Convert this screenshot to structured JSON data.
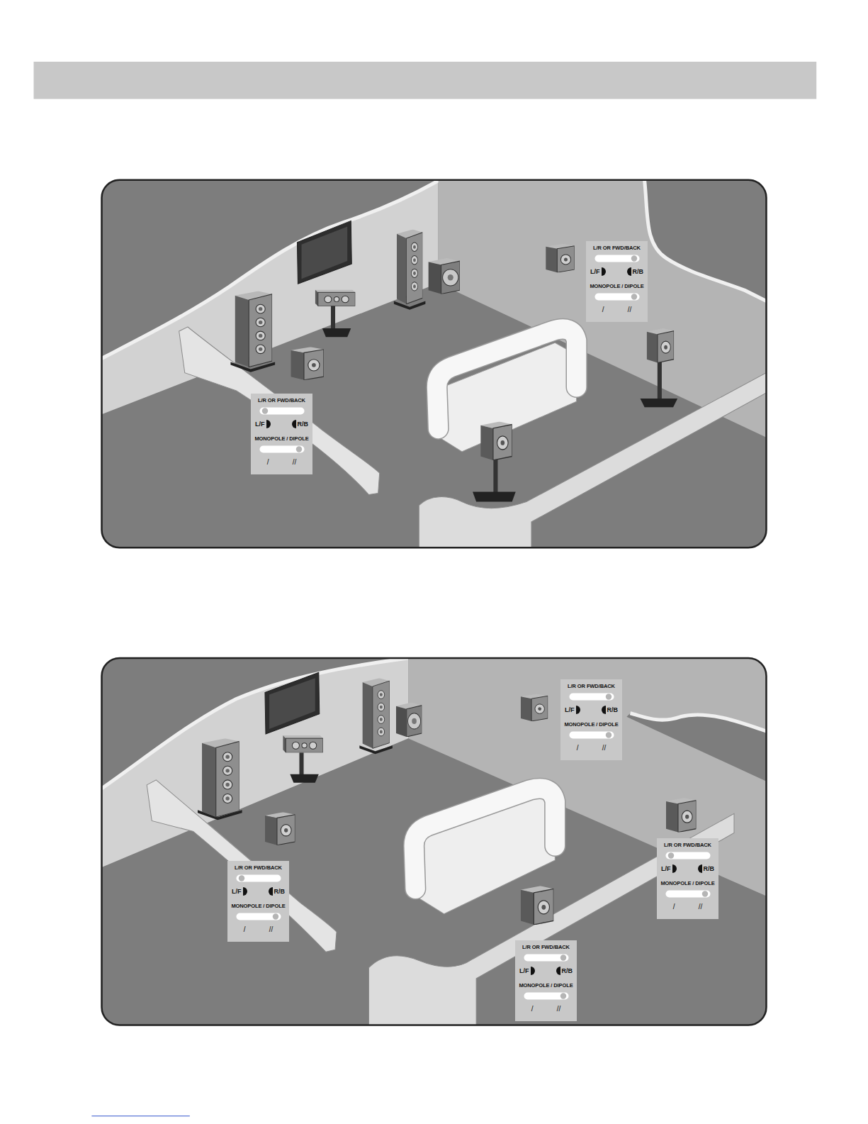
{
  "diagram": {
    "nodes": [
      {
        "text": [
          "L/R OR FWD/BACK",
          "L/F",
          "R/B",
          "MONOPOLE / DIPOLE",
          "/",
          "//"
        ]
      },
      {
        "text": [
          "L/R OR FWD/BACK",
          "L/F",
          "R/B",
          "MONOPOLE / DIPOLE",
          "/",
          "//"
        ]
      },
      {
        "text": [
          "L/R OR FWD/BACK",
          "L/F",
          "R/B",
          "MONOPOLE / DIPOLE",
          "/",
          "//"
        ]
      },
      {
        "text": [
          "L/R OR FWD/BACK",
          "L/F",
          "R/B",
          "MONOPOLE / DIPOLE",
          "/",
          "//"
        ]
      },
      {
        "text": [
          "L/R OR FWD/BACK",
          "L/F",
          "R/B",
          "MONOPOLE / DIPOLE",
          "/",
          "//"
        ]
      },
      {
        "text": [
          "L/R OR FWD/BACK",
          "L/F",
          "R/B",
          "MONOPOLE / DIPOLE",
          "/",
          "//"
        ]
      }
    ]
  }
}
